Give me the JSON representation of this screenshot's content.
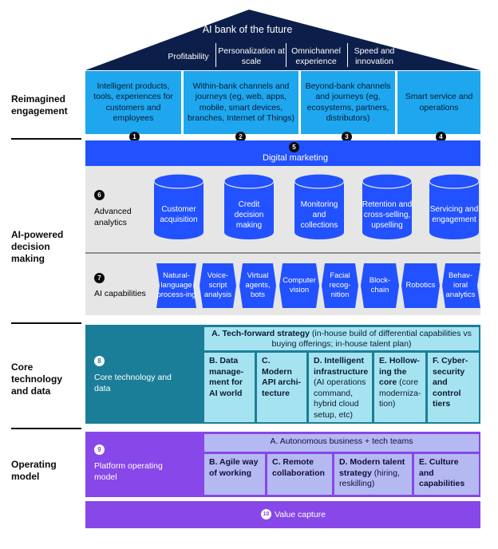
{
  "roof": {
    "title": "AI bank of the future",
    "items": [
      "Profitability",
      "Personalization at scale",
      "Omnichannel experience",
      "Speed and innovation"
    ]
  },
  "sections": {
    "engagement": "Reimagined engagement",
    "decision": "AI-powered decision making",
    "core": "Core technology and data",
    "operating": "Operating model"
  },
  "engagement_boxes": [
    {
      "num": "1",
      "text": "Intelligent products, tools, experiences for customers and employees"
    },
    {
      "num": "2",
      "text": "Within-bank channels and journeys (eg, web, apps, mobile, smart devices, branches, Internet of Things)"
    },
    {
      "num": "3",
      "text": "Beyond-bank channels and journeys (eg, ecosystems, partners, distributors)"
    },
    {
      "num": "4",
      "text": "Smart service and operations"
    }
  ],
  "digital_marketing": {
    "num": "5",
    "label": "Digital marketing"
  },
  "advanced_analytics": {
    "num": "6",
    "label": "Advanced analytics",
    "items": [
      "Customer acquisition",
      "Credit decision making",
      "Monitoring and collections",
      "Retention and cross-selling, upselling",
      "Servicing and engagement"
    ]
  },
  "ai_capabilities": {
    "num": "7",
    "label": "AI capabilities",
    "items": [
      "Natural-language process-ing",
      "Voice-script analysis",
      "Virtual agents, bots",
      "Computer vision",
      "Facial recog-nition",
      "Block-chain",
      "Robotics",
      "Behav-ioral analytics"
    ]
  },
  "core_tech": {
    "num": "8",
    "label": "Core technology and data",
    "a_bold": "A. Tech-forward strategy",
    "a_rest": " (in-house build of differential capabilities vs buying offerings; in-house talent plan)",
    "cells": [
      {
        "bold": "B. Data manage-ment for AI world",
        "rest": ""
      },
      {
        "bold": "C. Modern API archi-tecture",
        "rest": ""
      },
      {
        "bold": "D. Intelligent infrastructure",
        "rest": " (AI operations command, hybrid cloud setup, etc)"
      },
      {
        "bold": "E. Hollow-ing the core",
        "rest": " (core moderniza-tion)"
      },
      {
        "bold": "F. Cyber-security and control tiers",
        "rest": ""
      }
    ]
  },
  "operating": {
    "num": "9",
    "label": "Platform operating model",
    "a_text": "A. Autonomous business + tech teams",
    "cells": [
      {
        "bold": "B. Agile way of working",
        "rest": ""
      },
      {
        "bold": "C. Remote collaboration",
        "rest": ""
      },
      {
        "bold": "D. Modern talent strategy",
        "rest": " (hiring, reskilling)"
      },
      {
        "bold": "E. Culture and capabilities",
        "rest": ""
      }
    ]
  },
  "value_capture": {
    "num": "10",
    "label": "Value capture"
  },
  "colors": {
    "navy": "#0c1f4a",
    "sky": "#1ea7ee",
    "blue": "#2251ff",
    "gray": "#e6e6e6",
    "teal": "#1b7e98",
    "light_teal": "#a6e3f1",
    "purple": "#8847e8",
    "lavender": "#b5b9f2"
  }
}
